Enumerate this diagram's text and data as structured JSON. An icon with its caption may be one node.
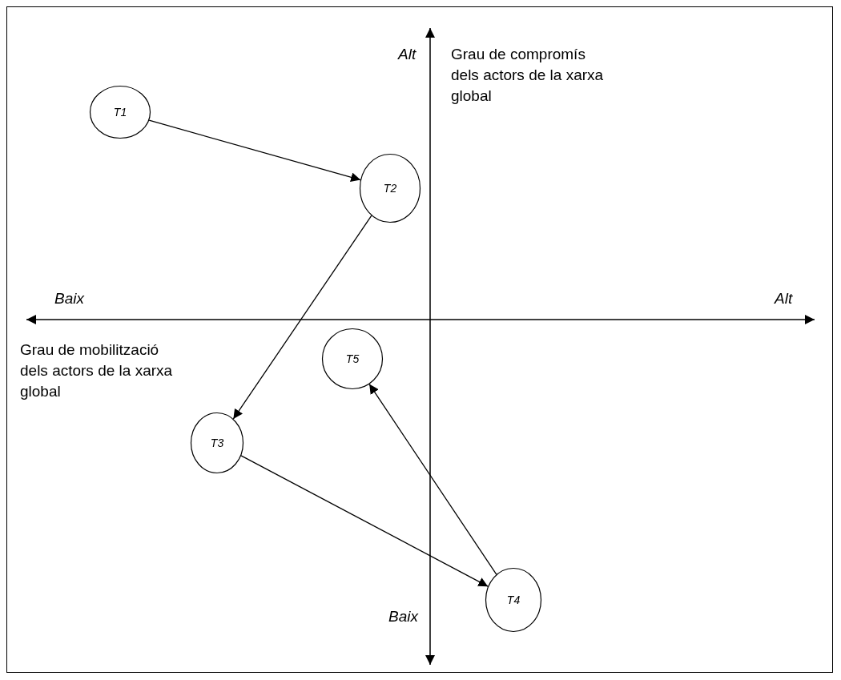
{
  "diagram": {
    "nodes": [
      {
        "text": [
          "T1"
        ]
      },
      {
        "text": [
          "T2"
        ]
      },
      {
        "text": [
          "T3"
        ]
      },
      {
        "text": [
          "T4"
        ]
      },
      {
        "text": [
          "T5"
        ]
      }
    ],
    "edges": [
      {
        "from": 0,
        "to": 1,
        "arrow": "to"
      },
      {
        "from": 1,
        "to": 2,
        "arrow": "to"
      },
      {
        "from": 2,
        "to": 3,
        "arrow": "to"
      },
      {
        "from": 3,
        "to": 4,
        "arrow": "to"
      }
    ],
    "labels": [
      "Alt",
      "Grau de compromís dels actors de la xarxa global",
      "Baix",
      "Alt",
      "Grau de mobilització dels actors de la xarxa global",
      "Baix"
    ]
  }
}
